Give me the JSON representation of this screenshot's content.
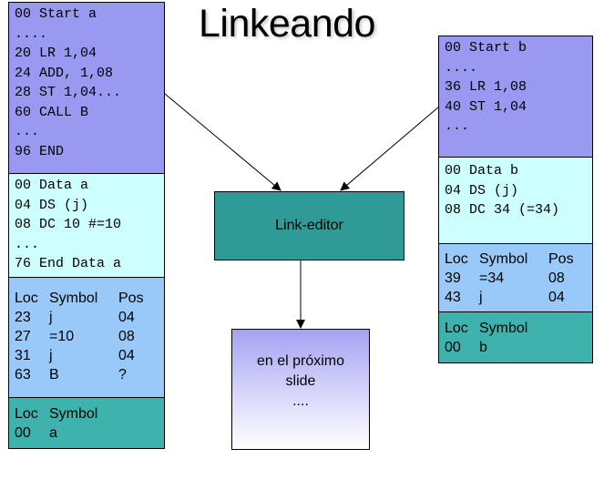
{
  "title": "Linkeando",
  "module_a": {
    "code_lines": [
      "00 Start a",
      "....",
      "20 LR 1,04",
      "24 ADD, 1,08",
      "28 ST 1,04...",
      "60 CALL B",
      "...",
      "96 END"
    ],
    "data_lines": [
      "00 Data a",
      "04 DS (j)",
      "08 DC 10 #=10",
      "...",
      "76 End Data a"
    ],
    "symbol_table": {
      "headers": [
        "Loc",
        "Symbol",
        "Pos"
      ],
      "rows": [
        [
          "23",
          "j",
          "04"
        ],
        [
          "27",
          "=10",
          "08"
        ],
        [
          "31",
          "j",
          "04"
        ],
        [
          "63",
          "B",
          "?"
        ]
      ]
    },
    "export_table": {
      "headers": [
        "Loc",
        "Symbol"
      ],
      "rows": [
        [
          "00",
          "a"
        ]
      ]
    }
  },
  "module_b": {
    "code_lines": [
      "00 Start b",
      "....",
      "36 LR 1,08",
      "40 ST 1,04",
      "..."
    ],
    "data_lines": [
      "00 Data b",
      "04 DS (j)",
      "08 DC 34 (=34)"
    ],
    "symbol_table": {
      "headers": [
        "Loc",
        "Symbol",
        "Pos"
      ],
      "rows": [
        [
          "39",
          "=34",
          "08"
        ],
        [
          "43",
          "j",
          "04"
        ]
      ]
    },
    "export_table": {
      "headers": [
        "Loc",
        "Symbol"
      ],
      "rows": [
        [
          "00",
          "b"
        ]
      ]
    }
  },
  "link_editor": {
    "label": "Link-editor"
  },
  "next_box": {
    "lines": [
      "en el próximo",
      "slide",
      "...."
    ]
  },
  "colors": {
    "code_block": "#9a99f2",
    "data_block": "#ccfffd",
    "symbol_block": "#98c9f8",
    "export_block": "#3eb3ad",
    "link_editor": "#309b96"
  }
}
